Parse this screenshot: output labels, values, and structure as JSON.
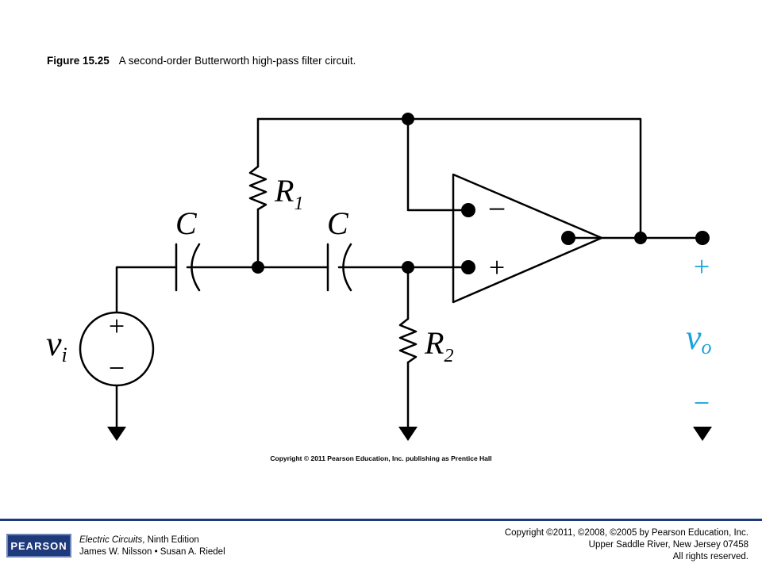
{
  "figure": {
    "number": "Figure 15.25",
    "caption": "A second-order Butterworth high-pass filter circuit."
  },
  "circuit": {
    "labels": {
      "c1": "C",
      "c2": "C",
      "r1_main": "R",
      "r1_sub": "1",
      "r2_main": "R",
      "r2_sub": "2",
      "vi_main": "v",
      "vi_sub": "i",
      "vo_main": "v",
      "vo_sub": "o"
    },
    "signs": {
      "source_plus": "+",
      "source_minus": "−",
      "opamp_minus": "−",
      "opamp_plus": "+",
      "out_plus": "+",
      "out_minus": "−"
    },
    "colors": {
      "wire": "#000000",
      "output_label": "#1aa3d9",
      "brand": "#1f3a7a"
    }
  },
  "figure_copyright": "Copyright © 2011 Pearson Education, Inc. publishing as Prentice Hall",
  "footer": {
    "logo": "PEARSON",
    "book_title": "Electric Circuits",
    "book_edition": ", Ninth Edition",
    "authors": "James W. Nilsson • Susan A. Riedel",
    "copyright_line1": "Copyright ©2011, ©2008, ©2005 by Pearson Education, Inc.",
    "copyright_line2": "Upper Saddle River, New Jersey 07458",
    "copyright_line3": "All rights reserved."
  }
}
